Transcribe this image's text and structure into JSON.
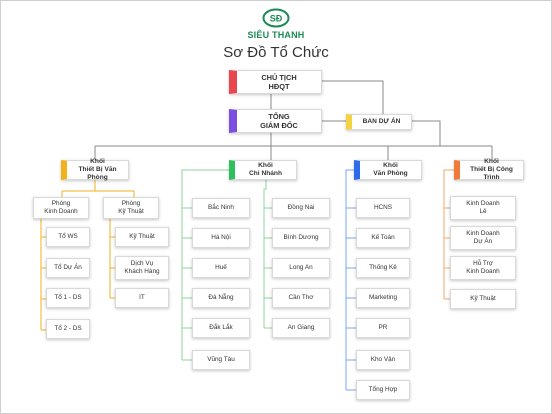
{
  "logo": {
    "mark": "SĐ",
    "name": "SIÊU THANH"
  },
  "title": "Sơ Đồ Tổ Chức",
  "colors": {
    "green": "#1c8a55",
    "red": "#e8474f",
    "purple": "#7b4de0",
    "yellow": "#f4d241",
    "orange_line": "#f0a96a",
    "green_line": "#8fd39b",
    "blue_line": "#7aa6ee",
    "orange_hdr": "#f07a3a",
    "blue_hdr": "#2c6bea",
    "green_hdr": "#2fbf5d",
    "amber_hdr": "#f2b21c",
    "gray_line": "#888888"
  },
  "top": {
    "chairman": "CHỦ TỊCH\nHĐQT",
    "director": "TỔNG\nGIÁM ĐỐC",
    "project": "BAN DỰ ÁN"
  },
  "blocks": [
    {
      "title": "Khối\nThiết Bị Văn Phòng"
    },
    {
      "title": "Khối\nChi Nhánh"
    },
    {
      "title": "Khối\nVăn Phòng"
    },
    {
      "title": "Khối\nThiết Bị Công Trình"
    }
  ],
  "office_equipment": {
    "business": {
      "title": "Phòng\nKinh Doanh",
      "items": [
        "Tổ WS",
        "Tổ Dự Án",
        "Tổ 1 - DS",
        "Tổ 2 - DS"
      ]
    },
    "technical": {
      "title": "Phòng\nKỹ Thuật",
      "items": [
        "Kỹ Thuật",
        "Dịch Vụ\nKhách Hàng",
        "IT"
      ]
    }
  },
  "branches": {
    "left": [
      "Bắc Ninh",
      "Hà Nội",
      "Huế",
      "Đà Nẵng",
      "Đắk Lắk",
      "Vũng Tàu"
    ],
    "right": [
      "Đồng Nai",
      "Bình Dương",
      "Long An",
      "Cần Thơ",
      "An Giang"
    ]
  },
  "office": [
    "HCNS",
    "Kế Toán",
    "Thống Kê",
    "Marketing",
    "PR",
    "Kho Vận",
    "Tổng Hợp"
  ],
  "construction": [
    "Kinh Doanh\nLẻ",
    "Kinh Doanh\nDự Án",
    "Hỗ Trợ\nKinh Doanh",
    "Kỹ Thuật"
  ]
}
